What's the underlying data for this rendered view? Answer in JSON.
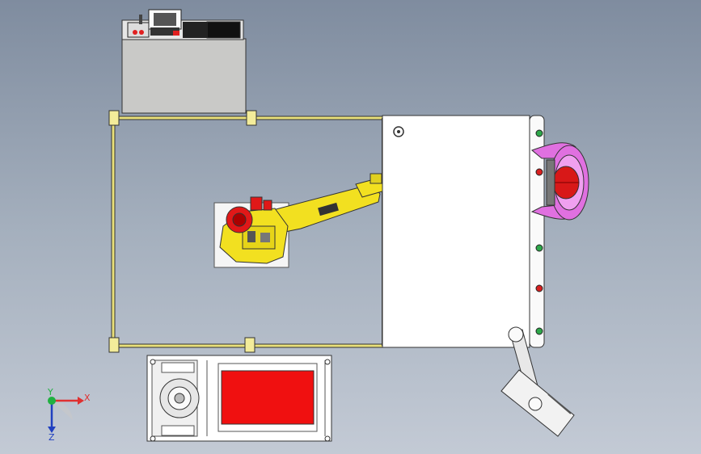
{
  "viewport": {
    "background_top": "#7f8c9f",
    "background_bottom": "#c3cad5"
  },
  "triad": {
    "x_label": "X",
    "y_label": "Y",
    "z_label": "Z",
    "x_color": "#e03030",
    "y_color": "#20b040",
    "z_color": "#2040c0"
  },
  "colors": {
    "guard_rail": "#e9e07a",
    "robot_yellow": "#f2e020",
    "robot_red": "#e01818",
    "fixture_magenta": "#e070e0",
    "table_red": "#f01010",
    "panel_gray": "#c9c9c9",
    "indicator_green": "#2ea84a",
    "indicator_red": "#d82020"
  },
  "components": [
    "controller-cabinet",
    "safety-fence",
    "robot-arm",
    "work-table",
    "rotary-fixture",
    "conveyor-cart",
    "operator-panel"
  ]
}
